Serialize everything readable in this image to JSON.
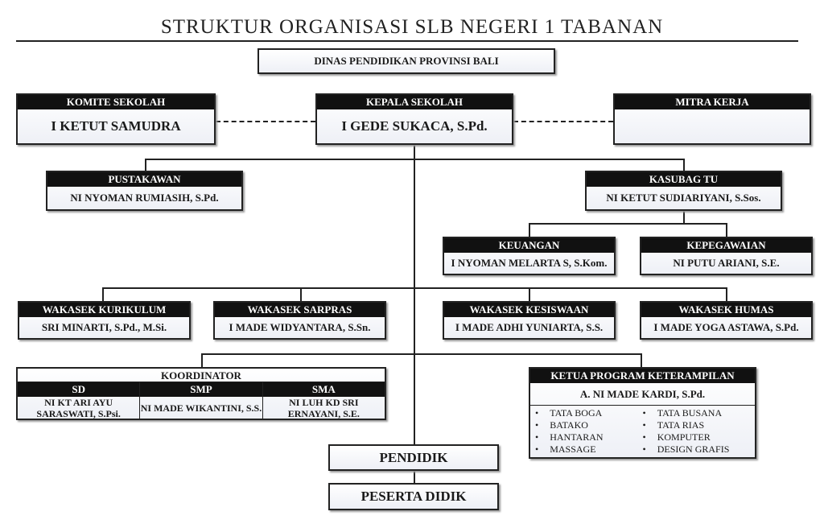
{
  "title": "STRUKTUR ORGANISASI SLB NEGERI 1 TABANAN",
  "dinas": "DINAS PENDIDIKAN PROVINSI BALI",
  "komite": {
    "role": "KOMITE SEKOLAH",
    "name": "I KETUT SAMUDRA"
  },
  "kepala": {
    "role": "KEPALA SEKOLAH",
    "name": "I GEDE SUKACA, S.Pd."
  },
  "mitra": {
    "role": "MITRA KERJA",
    "name": ""
  },
  "pustakawan": {
    "role": "PUSTAKAWAN",
    "name": "NI NYOMAN RUMIASIH, S.Pd."
  },
  "kasubag": {
    "role": "KASUBAG TU",
    "name": "NI KETUT SUDIARIYANI, S.Sos."
  },
  "keuangan": {
    "role": "KEUANGAN",
    "name": "I NYOMAN MELARTA S, S.Kom."
  },
  "kepegawaian": {
    "role": "KEPEGAWAIAN",
    "name": "NI PUTU ARIANI, S.E."
  },
  "wakasek": [
    {
      "role": "WAKASEK KURIKULUM",
      "name": "SRI MINARTI, S.Pd., M.Si."
    },
    {
      "role": "WAKASEK SARPRAS",
      "name": "I MADE WIDYANTARA, S.Sn."
    },
    {
      "role": "WAKASEK KESISWAAN",
      "name": "I MADE ADHI YUNIARTA, S.S."
    },
    {
      "role": "WAKASEK HUMAS",
      "name": "I MADE YOGA ASTAWA, S.Pd."
    }
  ],
  "koordinator": {
    "title": "KOORDINATOR",
    "levels": [
      {
        "level": "SD",
        "name": "NI KT ARI AYU SARASWATI, S.Psi."
      },
      {
        "level": "SMP",
        "name": "NI MADE WIKANTINI, S.S."
      },
      {
        "level": "SMA",
        "name": "NI LUH KD SRI ERNAYANI, S.E."
      }
    ]
  },
  "keterampilan": {
    "role": "KETUA PROGRAM KETERAMPILAN",
    "name": "A. NI MADE KARDI, S.Pd.",
    "programs": [
      "TATA BOGA",
      "TATA BUSANA",
      "BATAKO",
      "TATA RIAS",
      "HANTARAN",
      "KOMPUTER",
      "MASSAGE",
      "DESIGN GRAFIS"
    ]
  },
  "pendidik": "PENDIDIK",
  "peserta": "PESERTA DIDIK"
}
